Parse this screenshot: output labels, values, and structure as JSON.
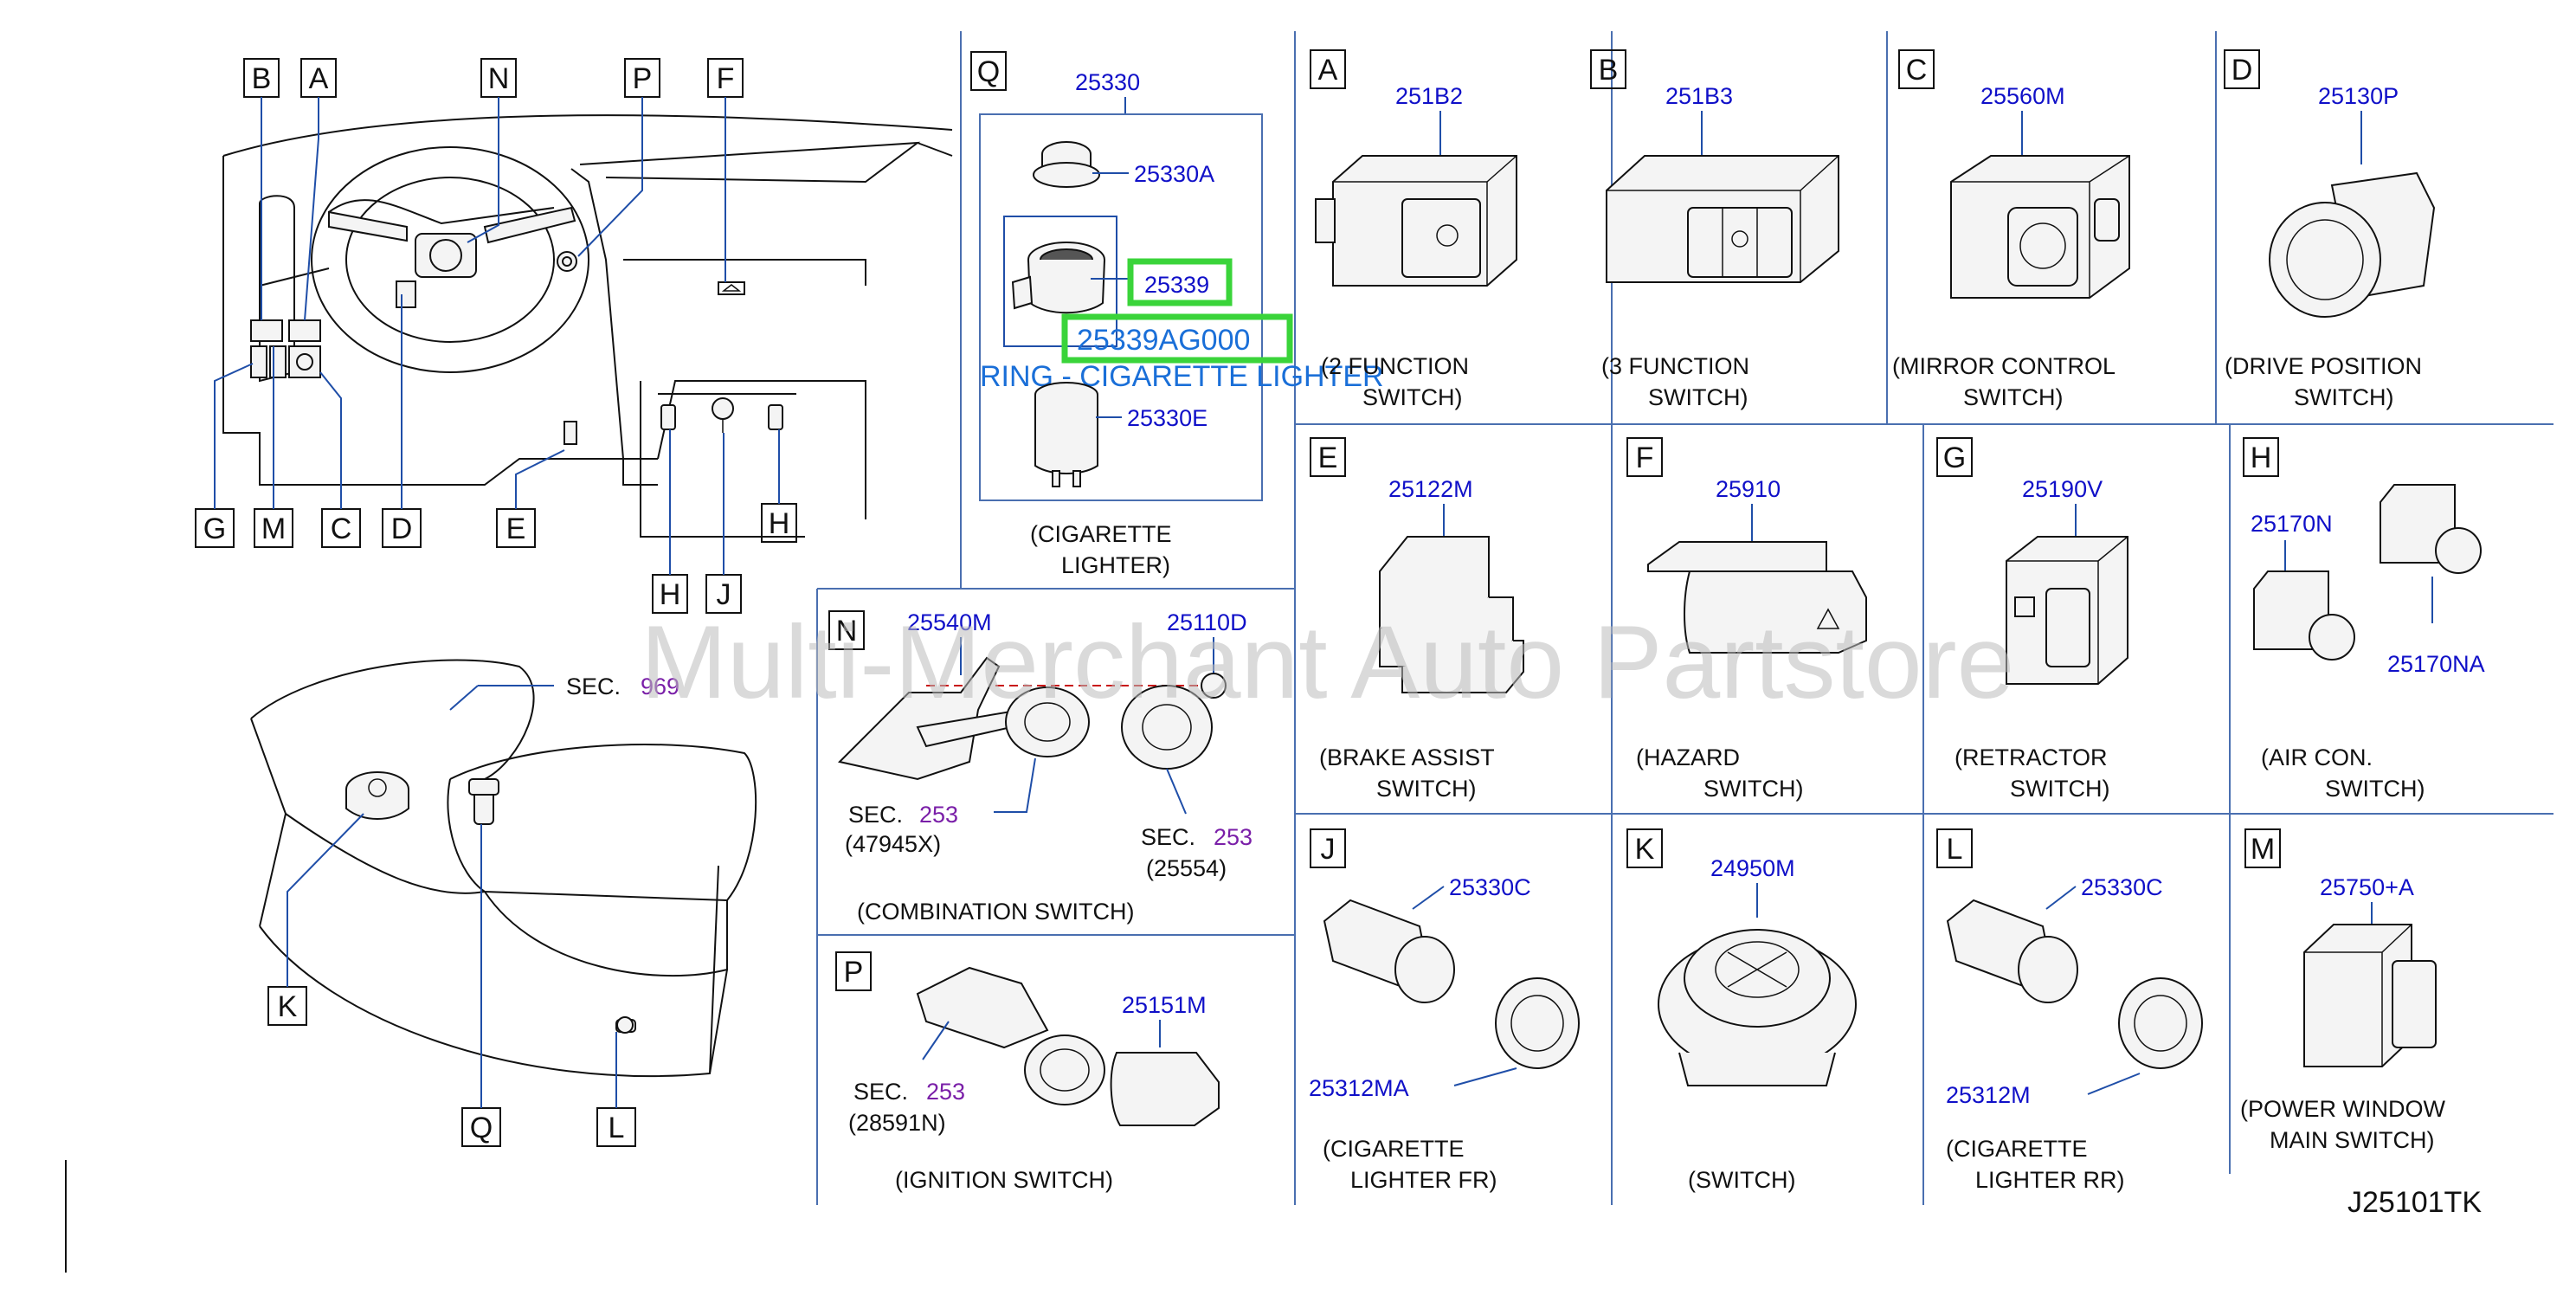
{
  "watermark": "Multi-Merchant Auto Partstore",
  "diagram_code": "J25101TK",
  "overview": {
    "top_letters": [
      "B",
      "A",
      "N",
      "P",
      "F"
    ],
    "bottom_letters": [
      "G",
      "M",
      "C",
      "D",
      "E"
    ],
    "console_letters": [
      "H",
      "J",
      "H"
    ],
    "floor_letters": [
      "K",
      "Q",
      "L"
    ],
    "sec_label": "SEC.",
    "sec_number": "969"
  },
  "panels": {
    "Q": {
      "letter": "Q",
      "assembly": "25330",
      "parts": [
        "25330A",
        "25339",
        "25330E"
      ],
      "highlight_part": "25339AG000",
      "highlight_name": "RING - CIGARETTE LIGHTER",
      "caption": [
        "(CIGARETTE",
        "LIGHTER)"
      ]
    },
    "A": {
      "letter": "A",
      "part": "251B2",
      "caption": [
        "(2   FUNCTION",
        "SWITCH)"
      ]
    },
    "B": {
      "letter": "B",
      "part": "251B3",
      "caption": [
        "(3   FUNCTION",
        "SWITCH)"
      ]
    },
    "C": {
      "letter": "C",
      "part": "25560M",
      "caption": [
        "(MIRROR   CONTROL",
        "SWITCH)"
      ]
    },
    "D": {
      "letter": "D",
      "part": "25130P",
      "caption": [
        "(DRIVE   POSITION",
        "SWITCH)"
      ]
    },
    "E": {
      "letter": "E",
      "part": "25122M",
      "caption": [
        "(BRAKE   ASSIST",
        "SWITCH)"
      ]
    },
    "F": {
      "letter": "F",
      "part": "25910",
      "caption": [
        "(HAZARD",
        "SWITCH)"
      ]
    },
    "G": {
      "letter": "G",
      "part": "25190V",
      "caption": [
        "(RETRACTOR",
        "SWITCH)"
      ]
    },
    "H": {
      "letter": "H",
      "parts": [
        "25170N",
        "25170NA"
      ],
      "caption": [
        "(AIR   CON.",
        "SWITCH)"
      ]
    },
    "N": {
      "letter": "N",
      "parts": [
        "25540M",
        "25110D"
      ],
      "sec_left": {
        "label": "SEC.",
        "number": "253",
        "ref": "(47945X)"
      },
      "sec_right": {
        "label": "SEC.",
        "number": "253",
        "ref": "(25554)"
      },
      "caption": "(COMBINATION   SWITCH)"
    },
    "P": {
      "letter": "P",
      "part": "25151M",
      "sec": {
        "label": "SEC.",
        "number": "253",
        "ref": "(28591N)"
      },
      "caption": "(IGNITION   SWITCH)"
    },
    "J": {
      "letter": "J",
      "parts": [
        "25330C",
        "25312MA"
      ],
      "caption": [
        "(CIGARETTE",
        "LIGHTER   FR)"
      ]
    },
    "K": {
      "letter": "K",
      "part": "24950M",
      "caption": "(SWITCH)"
    },
    "L": {
      "letter": "L",
      "parts": [
        "25330C",
        "25312M"
      ],
      "caption": [
        "(CIGARETTE",
        "LIGHTER   RR)"
      ]
    },
    "M": {
      "letter": "M",
      "part": "25750+A",
      "caption": [
        "(POWER   WINDOW",
        "MAIN   SWITCH)"
      ]
    }
  },
  "colors": {
    "part_number": "#1010c8",
    "section_number": "#7a1fa8",
    "highlight_box": "#3ad43a",
    "highlight_text": "#1a6fd8",
    "grid": "#4a6fb0"
  }
}
